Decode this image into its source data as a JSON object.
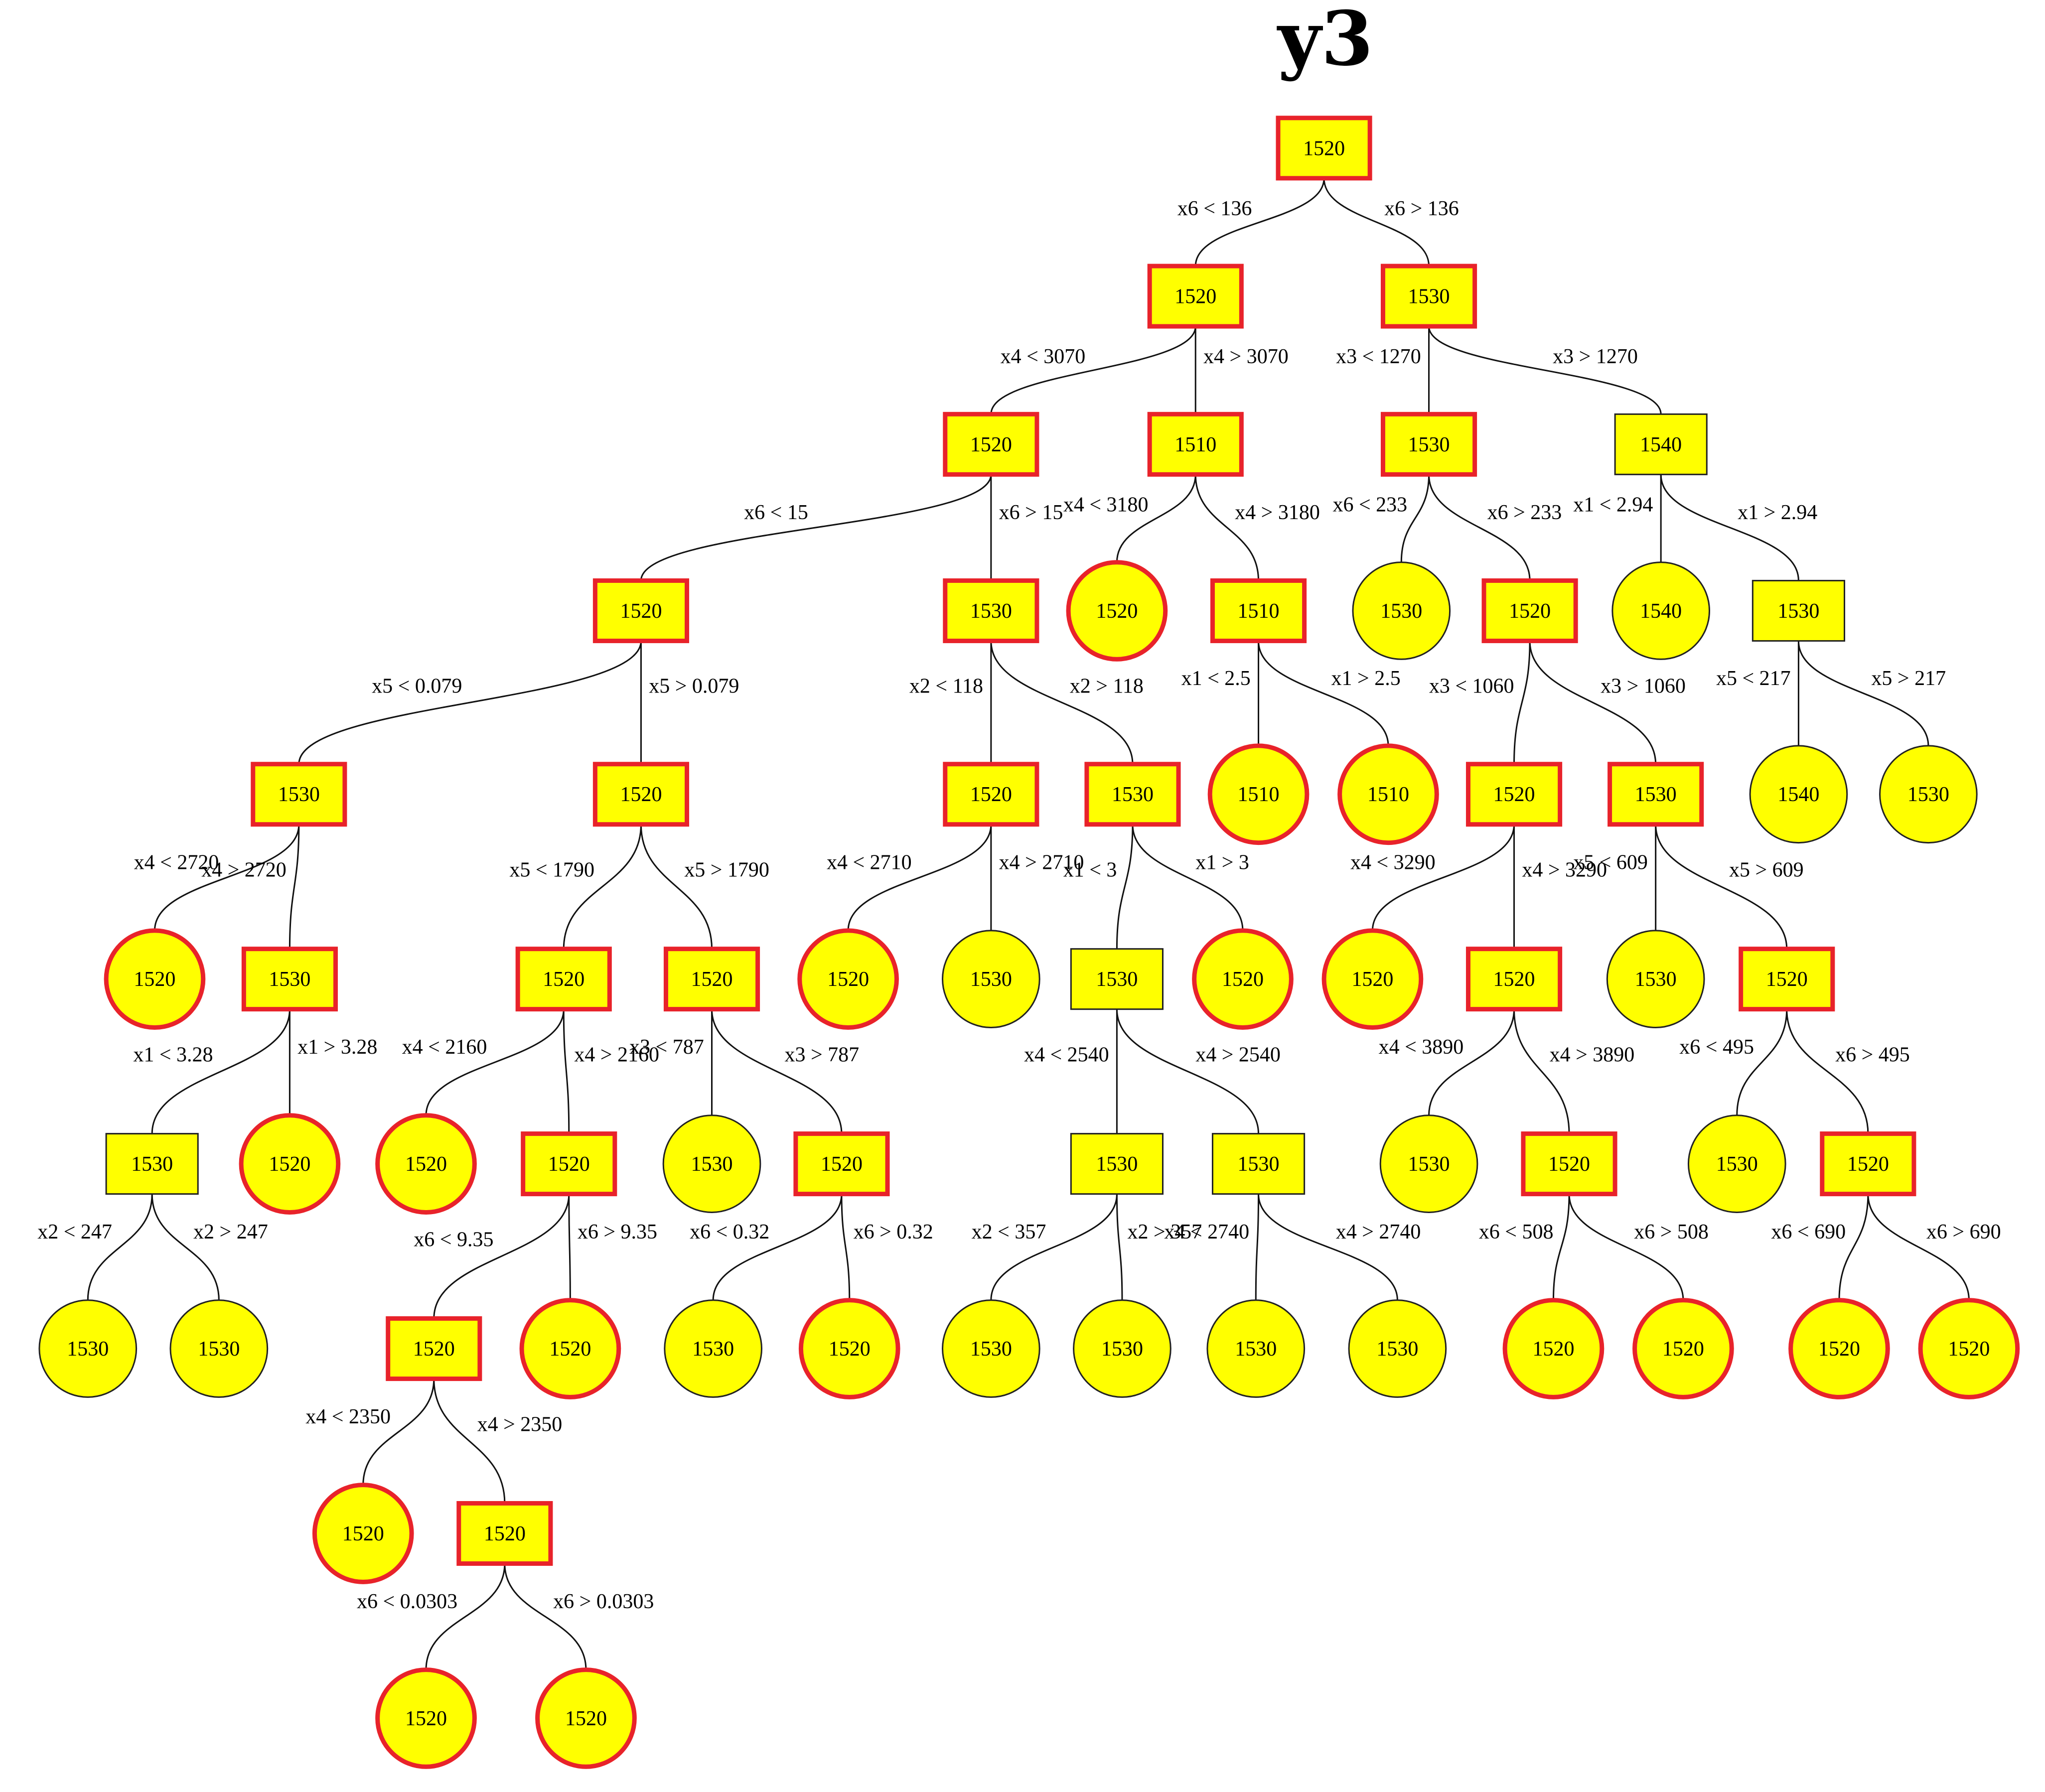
{
  "title": "y3",
  "colors": {
    "fill": "#ffff00",
    "highlight": "#e8232a",
    "normal": "#222222",
    "edge": "#111111"
  },
  "nodes": [
    {
      "id": "n1",
      "label": "1520",
      "shape": "box",
      "hl": true
    },
    {
      "id": "n2",
      "label": "1520",
      "shape": "box",
      "hl": true
    },
    {
      "id": "n3",
      "label": "1530",
      "shape": "box",
      "hl": true
    },
    {
      "id": "n4",
      "label": "1520",
      "shape": "box",
      "hl": true
    },
    {
      "id": "n5",
      "label": "1510",
      "shape": "box",
      "hl": true
    },
    {
      "id": "n6",
      "label": "1530",
      "shape": "box",
      "hl": true
    },
    {
      "id": "n7",
      "label": "1540",
      "shape": "box",
      "hl": false
    },
    {
      "id": "n8",
      "label": "1520",
      "shape": "box",
      "hl": true
    },
    {
      "id": "n9",
      "label": "1530",
      "shape": "box",
      "hl": true
    },
    {
      "id": "n10",
      "label": "1520",
      "shape": "circle",
      "hl": true
    },
    {
      "id": "n11",
      "label": "1510",
      "shape": "box",
      "hl": true
    },
    {
      "id": "n12",
      "label": "1530",
      "shape": "circle",
      "hl": false
    },
    {
      "id": "n13",
      "label": "1520",
      "shape": "box",
      "hl": true
    },
    {
      "id": "n14",
      "label": "1540",
      "shape": "circle",
      "hl": false
    },
    {
      "id": "n15",
      "label": "1530",
      "shape": "box",
      "hl": false
    },
    {
      "id": "n16",
      "label": "1530",
      "shape": "box",
      "hl": true
    },
    {
      "id": "n17",
      "label": "1520",
      "shape": "box",
      "hl": true
    },
    {
      "id": "n18",
      "label": "1520",
      "shape": "box",
      "hl": true
    },
    {
      "id": "n19",
      "label": "1530",
      "shape": "box",
      "hl": true
    },
    {
      "id": "n20",
      "label": "1510",
      "shape": "circle",
      "hl": true
    },
    {
      "id": "n21",
      "label": "1510",
      "shape": "circle",
      "hl": true
    },
    {
      "id": "n22",
      "label": "1520",
      "shape": "box",
      "hl": true
    },
    {
      "id": "n23",
      "label": "1530",
      "shape": "box",
      "hl": true
    },
    {
      "id": "n24",
      "label": "1540",
      "shape": "circle",
      "hl": false
    },
    {
      "id": "n25",
      "label": "1530",
      "shape": "circle",
      "hl": false
    },
    {
      "id": "n26",
      "label": "1520",
      "shape": "circle",
      "hl": true
    },
    {
      "id": "n27",
      "label": "1530",
      "shape": "box",
      "hl": true
    },
    {
      "id": "n28",
      "label": "1520",
      "shape": "box",
      "hl": true
    },
    {
      "id": "n29",
      "label": "1520",
      "shape": "box",
      "hl": true
    },
    {
      "id": "n30",
      "label": "1520",
      "shape": "circle",
      "hl": true
    },
    {
      "id": "n31",
      "label": "1530",
      "shape": "circle",
      "hl": false
    },
    {
      "id": "n32",
      "label": "1530",
      "shape": "box",
      "hl": false
    },
    {
      "id": "n33",
      "label": "1520",
      "shape": "circle",
      "hl": true
    },
    {
      "id": "n34",
      "label": "1520",
      "shape": "circle",
      "hl": true
    },
    {
      "id": "n35",
      "label": "1520",
      "shape": "box",
      "hl": true
    },
    {
      "id": "n36",
      "label": "1530",
      "shape": "circle",
      "hl": false
    },
    {
      "id": "n37",
      "label": "1520",
      "shape": "box",
      "hl": true
    },
    {
      "id": "n38",
      "label": "1530",
      "shape": "box",
      "hl": false
    },
    {
      "id": "n39",
      "label": "1520",
      "shape": "circle",
      "hl": true
    },
    {
      "id": "n40",
      "label": "1520",
      "shape": "circle",
      "hl": true
    },
    {
      "id": "n41",
      "label": "1520",
      "shape": "box",
      "hl": true
    },
    {
      "id": "n42",
      "label": "1530",
      "shape": "circle",
      "hl": false
    },
    {
      "id": "n43",
      "label": "1520",
      "shape": "box",
      "hl": true
    },
    {
      "id": "n44",
      "label": "1530",
      "shape": "box",
      "hl": false
    },
    {
      "id": "n45",
      "label": "1530",
      "shape": "box",
      "hl": false
    },
    {
      "id": "n46",
      "label": "1530",
      "shape": "circle",
      "hl": false
    },
    {
      "id": "n47",
      "label": "1520",
      "shape": "box",
      "hl": true
    },
    {
      "id": "n48",
      "label": "1530",
      "shape": "circle",
      "hl": false
    },
    {
      "id": "n49",
      "label": "1520",
      "shape": "box",
      "hl": true
    },
    {
      "id": "n50",
      "label": "1530",
      "shape": "circle",
      "hl": false
    },
    {
      "id": "n51",
      "label": "1530",
      "shape": "circle",
      "hl": false
    },
    {
      "id": "n52",
      "label": "1520",
      "shape": "box",
      "hl": true
    },
    {
      "id": "n53",
      "label": "1520",
      "shape": "circle",
      "hl": true
    },
    {
      "id": "n54",
      "label": "1530",
      "shape": "circle",
      "hl": false
    },
    {
      "id": "n55",
      "label": "1520",
      "shape": "circle",
      "hl": true
    },
    {
      "id": "n56",
      "label": "1530",
      "shape": "circle",
      "hl": false
    },
    {
      "id": "n57",
      "label": "1530",
      "shape": "circle",
      "hl": false
    },
    {
      "id": "n58",
      "label": "1530",
      "shape": "circle",
      "hl": false
    },
    {
      "id": "n59",
      "label": "1530",
      "shape": "circle",
      "hl": false
    },
    {
      "id": "n60",
      "label": "1520",
      "shape": "circle",
      "hl": true
    },
    {
      "id": "n61",
      "label": "1520",
      "shape": "circle",
      "hl": true
    },
    {
      "id": "n62",
      "label": "1520",
      "shape": "circle",
      "hl": true
    },
    {
      "id": "n63",
      "label": "1520",
      "shape": "circle",
      "hl": true
    },
    {
      "id": "n64",
      "label": "1520",
      "shape": "circle",
      "hl": true
    },
    {
      "id": "n65",
      "label": "1520",
      "shape": "box",
      "hl": true
    },
    {
      "id": "n66",
      "label": "1520",
      "shape": "circle",
      "hl": true
    },
    {
      "id": "n67",
      "label": "1520",
      "shape": "circle",
      "hl": true
    }
  ],
  "edges": [
    {
      "from": "n1",
      "to": "n2",
      "label": "x6 < 136"
    },
    {
      "from": "n1",
      "to": "n3",
      "label": "x6 > 136"
    },
    {
      "from": "n2",
      "to": "n4",
      "label": "x4 < 3070"
    },
    {
      "from": "n2",
      "to": "n5",
      "label": "x4 > 3070"
    },
    {
      "from": "n3",
      "to": "n6",
      "label": "x3 < 1270"
    },
    {
      "from": "n3",
      "to": "n7",
      "label": "x3 > 1270"
    },
    {
      "from": "n4",
      "to": "n8",
      "label": "x6 < 15"
    },
    {
      "from": "n4",
      "to": "n9",
      "label": "x6 > 15"
    },
    {
      "from": "n5",
      "to": "n10",
      "label": "x4 < 3180"
    },
    {
      "from": "n5",
      "to": "n11",
      "label": "x4 > 3180"
    },
    {
      "from": "n6",
      "to": "n12",
      "label": "x6 < 233"
    },
    {
      "from": "n6",
      "to": "n13",
      "label": "x6 > 233"
    },
    {
      "from": "n7",
      "to": "n14",
      "label": "x1 < 2.94"
    },
    {
      "from": "n7",
      "to": "n15",
      "label": "x1 > 2.94"
    },
    {
      "from": "n8",
      "to": "n16",
      "label": "x5 < 0.079"
    },
    {
      "from": "n8",
      "to": "n17",
      "label": "x5 > 0.079"
    },
    {
      "from": "n9",
      "to": "n18",
      "label": "x2 < 118"
    },
    {
      "from": "n9",
      "to": "n19",
      "label": "x2 > 118"
    },
    {
      "from": "n11",
      "to": "n20",
      "label": "x1 < 2.5"
    },
    {
      "from": "n11",
      "to": "n21",
      "label": "x1 > 2.5"
    },
    {
      "from": "n13",
      "to": "n22",
      "label": "x3 < 1060"
    },
    {
      "from": "n13",
      "to": "n23",
      "label": "x3 > 1060"
    },
    {
      "from": "n15",
      "to": "n24",
      "label": "x5 < 217"
    },
    {
      "from": "n15",
      "to": "n25",
      "label": "x5 > 217"
    },
    {
      "from": "n16",
      "to": "n26",
      "label": "x4 < 2720"
    },
    {
      "from": "n16",
      "to": "n27",
      "label": "x4 > 2720"
    },
    {
      "from": "n17",
      "to": "n28",
      "label": "x5 < 1790"
    },
    {
      "from": "n17",
      "to": "n29",
      "label": "x5 > 1790"
    },
    {
      "from": "n18",
      "to": "n30",
      "label": "x4 < 2710"
    },
    {
      "from": "n18",
      "to": "n31",
      "label": "x4 > 2710"
    },
    {
      "from": "n19",
      "to": "n32",
      "label": "x1 < 3"
    },
    {
      "from": "n19",
      "to": "n33",
      "label": "x1 > 3"
    },
    {
      "from": "n22",
      "to": "n34",
      "label": "x4 < 3290"
    },
    {
      "from": "n22",
      "to": "n35",
      "label": "x4 > 3290"
    },
    {
      "from": "n23",
      "to": "n36",
      "label": "x5 < 609"
    },
    {
      "from": "n23",
      "to": "n37",
      "label": "x5 > 609"
    },
    {
      "from": "n27",
      "to": "n38",
      "label": "x1 < 3.28"
    },
    {
      "from": "n27",
      "to": "n39",
      "label": "x1 > 3.28"
    },
    {
      "from": "n28",
      "to": "n40",
      "label": "x4 < 2160"
    },
    {
      "from": "n28",
      "to": "n41",
      "label": "x4 > 2160"
    },
    {
      "from": "n29",
      "to": "n42",
      "label": "x3 < 787"
    },
    {
      "from": "n29",
      "to": "n43",
      "label": "x3 > 787"
    },
    {
      "from": "n32",
      "to": "n44",
      "label": "x4 < 2540"
    },
    {
      "from": "n32",
      "to": "n45",
      "label": "x4 > 2540"
    },
    {
      "from": "n35",
      "to": "n46",
      "label": "x4 < 3890"
    },
    {
      "from": "n35",
      "to": "n47",
      "label": "x4 > 3890"
    },
    {
      "from": "n37",
      "to": "n48",
      "label": "x6 < 495"
    },
    {
      "from": "n37",
      "to": "n49",
      "label": "x6 > 495"
    },
    {
      "from": "n38",
      "to": "n50",
      "label": "x2 < 247"
    },
    {
      "from": "n38",
      "to": "n51",
      "label": "x2 > 247"
    },
    {
      "from": "n41",
      "to": "n52",
      "label": "x6 < 9.35"
    },
    {
      "from": "n41",
      "to": "n53",
      "label": "x6 > 9.35"
    },
    {
      "from": "n43",
      "to": "n54",
      "label": "x6 < 0.32"
    },
    {
      "from": "n43",
      "to": "n55",
      "label": "x6 > 0.32"
    },
    {
      "from": "n44",
      "to": "n56",
      "label": "x2 < 357"
    },
    {
      "from": "n44",
      "to": "n57",
      "label": "x2 > 357"
    },
    {
      "from": "n45",
      "to": "n58",
      "label": "x4 < 2740"
    },
    {
      "from": "n45",
      "to": "n59",
      "label": "x4 > 2740"
    },
    {
      "from": "n47",
      "to": "n60",
      "label": "x6 < 508"
    },
    {
      "from": "n47",
      "to": "n61",
      "label": "x6 > 508"
    },
    {
      "from": "n49",
      "to": "n62",
      "label": "x6 < 690"
    },
    {
      "from": "n49",
      "to": "n63",
      "label": "x6 > 690"
    },
    {
      "from": "n52",
      "to": "n64",
      "label": "x4 < 2350"
    },
    {
      "from": "n52",
      "to": "n65",
      "label": "x4 > 2350"
    },
    {
      "from": "n65",
      "to": "n66",
      "label": "x6 < 0.0303"
    },
    {
      "from": "n65",
      "to": "n67",
      "label": "x6 > 0.0303"
    }
  ]
}
